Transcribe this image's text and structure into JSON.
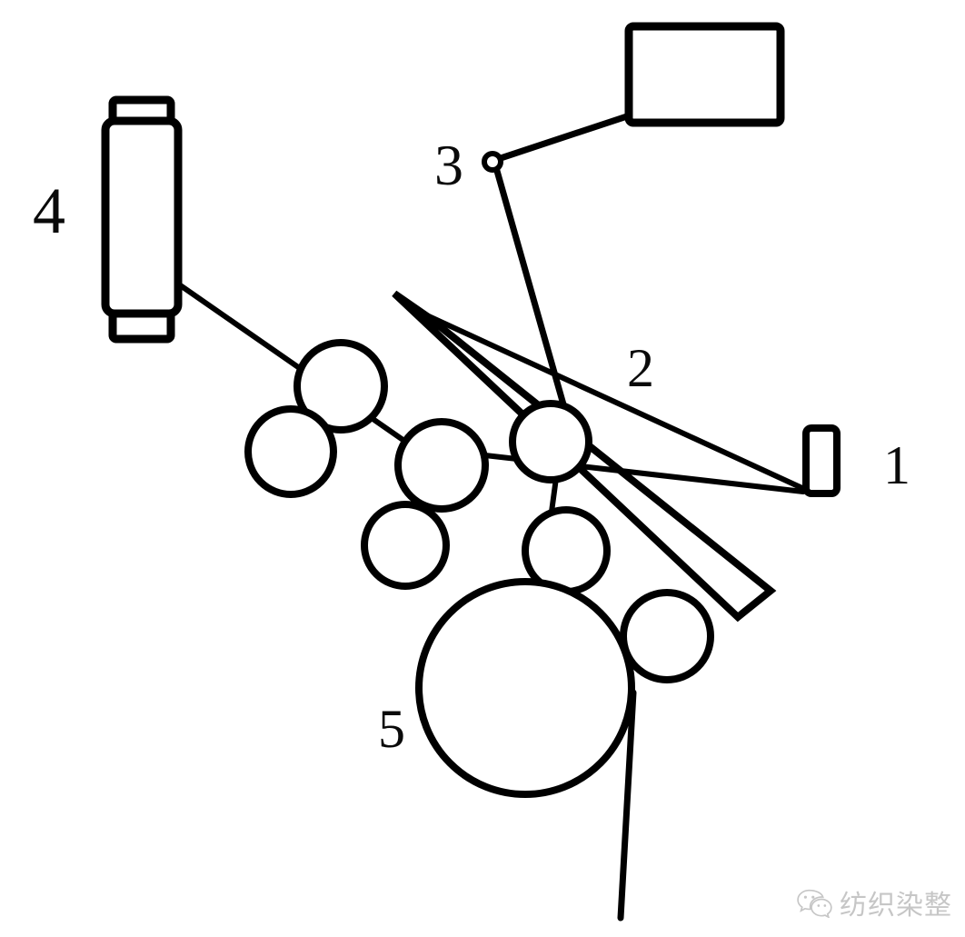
{
  "figure": {
    "kind": "line-diagram",
    "title": "",
    "background_color": "#ffffff",
    "stroke_color": "#000000",
    "parts": [
      {
        "id": "1",
        "label": "1",
        "name": "yarn-package-guide",
        "shape": "small-vertical-rounded-rectangle"
      },
      {
        "id": "2",
        "label": "2",
        "name": "draft-apron-bar",
        "shape": "elongated-diagonal-parallelogram"
      },
      {
        "id": "3",
        "label": "3",
        "name": "yarn-guide-eyelet",
        "shape": "small-circle"
      },
      {
        "id": "4",
        "label": "4",
        "name": "yarn-bobbin",
        "shape": "flanged-vertical-cylinder"
      },
      {
        "id": "5",
        "label": "5",
        "name": "large-drafting-roller",
        "shape": "large-circle"
      }
    ],
    "callouts": [
      {
        "key": "label_1",
        "text": "1"
      },
      {
        "key": "label_2",
        "text": "2"
      },
      {
        "key": "label_3",
        "text": "3"
      },
      {
        "key": "label_4",
        "text": "4"
      },
      {
        "key": "label_5",
        "text": "5"
      }
    ],
    "label_1": "1",
    "label_2": "2",
    "label_3": "3",
    "label_4": "4",
    "label_5": "5"
  },
  "watermark": {
    "text": "纺织染整",
    "icon": "wechat-icon",
    "color": "#7a7a7a"
  }
}
